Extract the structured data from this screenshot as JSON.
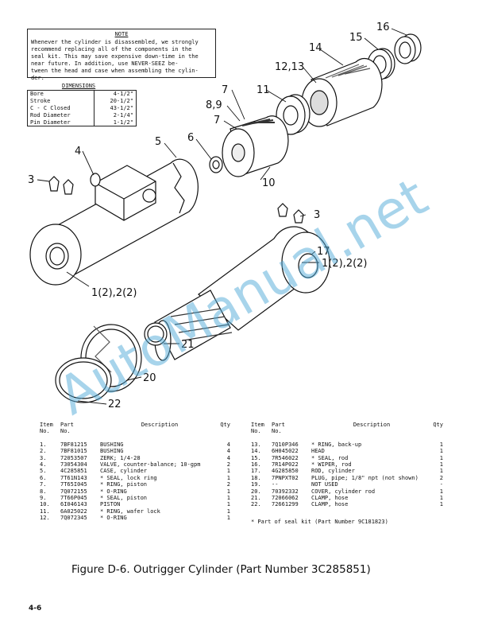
{
  "note": {
    "title": "NOTE",
    "lines": [
      "Whenever the cylinder is disassembled, we strongly",
      "recommend replacing all of the components in the",
      "seal kit. This may save expensive down-time in the",
      "near future. In addition, use NEVER-SEEZ be-",
      "tween the head and case when assembling the cylin-",
      "der."
    ]
  },
  "dimensions": {
    "title": "DIMENSIONS",
    "rows": [
      {
        "label": "Bore",
        "value": "4-1/2\""
      },
      {
        "label": "Stroke",
        "value": "20-1/2\""
      },
      {
        "label": "C - C Closed",
        "value": "43-1/2\""
      },
      {
        "label": "Rod Diameter",
        "value": "2-1/4\""
      },
      {
        "label": "Pin Diameter",
        "value": "1-1/2\""
      }
    ]
  },
  "callouts": {
    "c16": "16",
    "c15": "15",
    "c14": "14",
    "c1213": "12,13",
    "c11": "11",
    "c7a": "7",
    "c89": "8,9",
    "c7b": "7",
    "c6": "6",
    "c5": "5",
    "c4": "4",
    "c3a": "3",
    "c10": "10",
    "c3b": "3",
    "c17": "17",
    "c12r": "1(2),2(2)",
    "c12l": "1(2),2(2)",
    "c21": "21",
    "c20": "20",
    "c22": "22"
  },
  "parts_header": {
    "item": "Item",
    "item2": "No.",
    "part": "Part",
    "part2": "No.",
    "desc": "Description",
    "qty": "Qty"
  },
  "parts_left": [
    {
      "item": "1.",
      "part": "7BF81215",
      "desc": "BUSHING",
      "qty": "4"
    },
    {
      "item": "2.",
      "part": "7BF81015",
      "desc": "BUSHING",
      "qty": "4"
    },
    {
      "item": "3.",
      "part": "72053507",
      "desc": "ZERK; 1/4-28",
      "qty": "4"
    },
    {
      "item": "4.",
      "part": "73054304",
      "desc": "VALVE, counter-balance; 10-gpm",
      "qty": "2"
    },
    {
      "item": "5.",
      "part": "4C285851",
      "desc": "CASE, cylinder",
      "qty": "1"
    },
    {
      "item": "6.",
      "part": "7T61N143",
      "desc": "* SEAL, lock ring",
      "qty": "1"
    },
    {
      "item": "7.",
      "part": "7T65I045",
      "desc": "* RING, piston",
      "qty": "2"
    },
    {
      "item": "8.",
      "part": "7Q072155",
      "desc": "* O-RING",
      "qty": "1"
    },
    {
      "item": "9.",
      "part": "7T66P045",
      "desc": "* SEAL, piston",
      "qty": "1"
    },
    {
      "item": "10.",
      "part": "6I046143",
      "desc": "PISTON",
      "qty": "1"
    },
    {
      "item": "11.",
      "part": "6A025022",
      "desc": "* RING, wafer lock",
      "qty": "1"
    },
    {
      "item": "12.",
      "part": "7Q072345",
      "desc": "* O-RING",
      "qty": "1"
    }
  ],
  "parts_right": [
    {
      "item": "13.",
      "part": "7Q10P346",
      "desc": "* RING, back-up",
      "qty": "1"
    },
    {
      "item": "14.",
      "part": "6H045022",
      "desc": "HEAD",
      "qty": "1"
    },
    {
      "item": "15.",
      "part": "7R546022",
      "desc": "* SEAL, rod",
      "qty": "1"
    },
    {
      "item": "16.",
      "part": "7R14P022",
      "desc": "* WIPER, rod",
      "qty": "1"
    },
    {
      "item": "17.",
      "part": "4G285850",
      "desc": "ROD, cylinder",
      "qty": "1"
    },
    {
      "item": "18.",
      "part": "7PNPXT02",
      "desc": "PLUG, pipe; 1/8\" npt (not shown)",
      "qty": "2"
    },
    {
      "item": "19.",
      "part": "--",
      "desc": "NOT USED",
      "qty": "-"
    },
    {
      "item": "20.",
      "part": "70392332",
      "desc": "COVER, cylinder rod",
      "qty": "1"
    },
    {
      "item": "21.",
      "part": "72066062",
      "desc": "CLAMP, hose",
      "qty": "1"
    },
    {
      "item": "22.",
      "part": "72661299",
      "desc": "CLAMP, hose",
      "qty": "1"
    }
  ],
  "footnote": "* Part of seal kit (Part Number 9C181823)",
  "caption": "Figure D-6. Outrigger Cylinder (Part Number 3C285851)",
  "page_number": "4-6",
  "watermark": "AutoManual.net"
}
